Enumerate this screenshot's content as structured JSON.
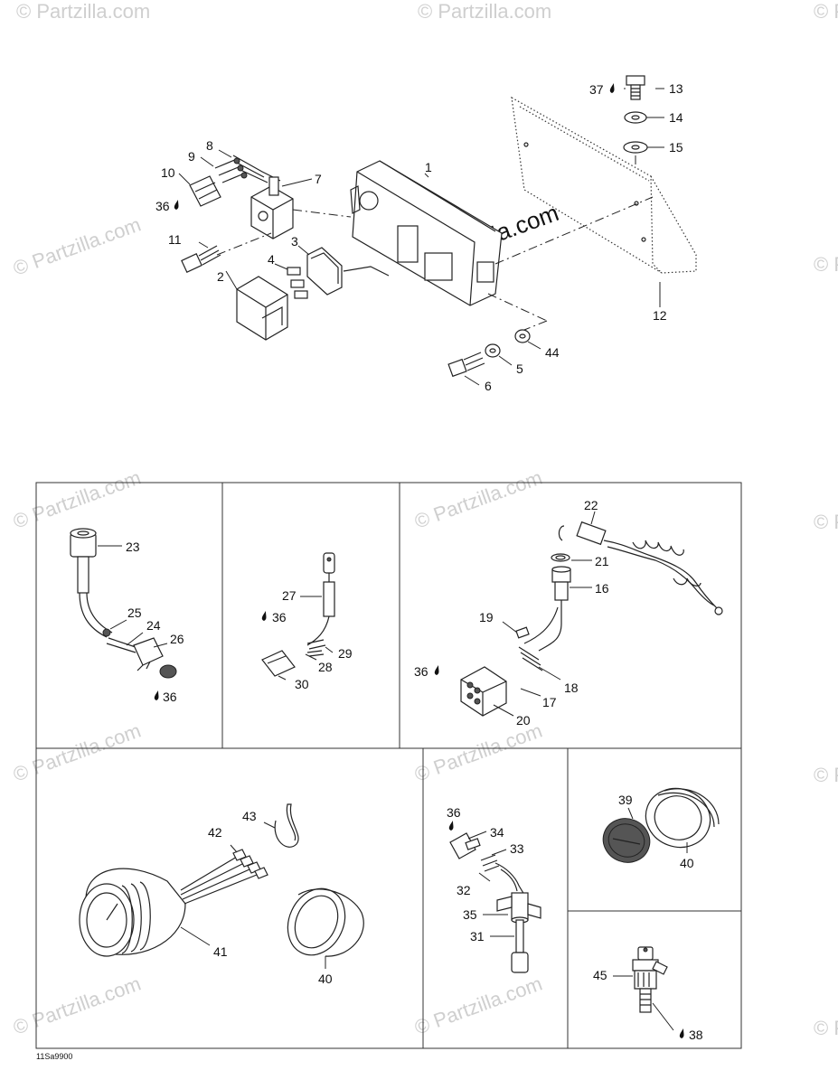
{
  "watermark": {
    "text": "© Partzilla.com",
    "center_text": "©Partzilla.com"
  },
  "drawing_code": "11Sa9900",
  "callouts": [
    {
      "id": "c1",
      "text": "1"
    },
    {
      "id": "c2",
      "text": "2"
    },
    {
      "id": "c3",
      "text": "3"
    },
    {
      "id": "c4",
      "text": "4"
    },
    {
      "id": "c5",
      "text": "5"
    },
    {
      "id": "c6",
      "text": "6"
    },
    {
      "id": "c7",
      "text": "7"
    },
    {
      "id": "c8",
      "text": "8"
    },
    {
      "id": "c9",
      "text": "9"
    },
    {
      "id": "c10",
      "text": "10"
    },
    {
      "id": "c11",
      "text": "11"
    },
    {
      "id": "c12",
      "text": "12"
    },
    {
      "id": "c13",
      "text": "13"
    },
    {
      "id": "c14",
      "text": "14"
    },
    {
      "id": "c15",
      "text": "15"
    },
    {
      "id": "c36a",
      "text": "36"
    },
    {
      "id": "c37",
      "text": "37"
    },
    {
      "id": "c44",
      "text": "44"
    },
    {
      "id": "c23",
      "text": "23"
    },
    {
      "id": "c24",
      "text": "24"
    },
    {
      "id": "c25",
      "text": "25"
    },
    {
      "id": "c26",
      "text": "26"
    },
    {
      "id": "c36b",
      "text": "36"
    },
    {
      "id": "c27",
      "text": "27"
    },
    {
      "id": "c28",
      "text": "28"
    },
    {
      "id": "c29",
      "text": "29"
    },
    {
      "id": "c30",
      "text": "30"
    },
    {
      "id": "c36c",
      "text": "36"
    },
    {
      "id": "c22",
      "text": "22"
    },
    {
      "id": "c21",
      "text": "21"
    },
    {
      "id": "c16",
      "text": "16"
    },
    {
      "id": "c19",
      "text": "19"
    },
    {
      "id": "c36d",
      "text": "36"
    },
    {
      "id": "c18",
      "text": "18"
    },
    {
      "id": "c17",
      "text": "17"
    },
    {
      "id": "c20",
      "text": "20"
    },
    {
      "id": "c43",
      "text": "43"
    },
    {
      "id": "c42",
      "text": "42"
    },
    {
      "id": "c41",
      "text": "41"
    },
    {
      "id": "c40a",
      "text": "40"
    },
    {
      "id": "c36e",
      "text": "36"
    },
    {
      "id": "c34",
      "text": "34"
    },
    {
      "id": "c33",
      "text": "33"
    },
    {
      "id": "c32",
      "text": "32"
    },
    {
      "id": "c35",
      "text": "35"
    },
    {
      "id": "c31",
      "text": "31"
    },
    {
      "id": "c39",
      "text": "39"
    },
    {
      "id": "c40b",
      "text": "40"
    },
    {
      "id": "c45",
      "text": "45"
    },
    {
      "id": "c38",
      "text": "38"
    }
  ],
  "icons": {
    "oil_drop": "oil-drop-icon",
    "copyright": "copyright-icon"
  }
}
